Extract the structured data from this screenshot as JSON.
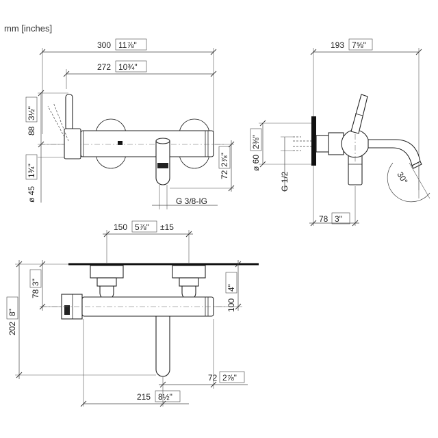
{
  "units_label": "mm [inches]",
  "front_view": {
    "dims": {
      "overall_width": {
        "mm": "300",
        "inch": "11⅞\""
      },
      "spout_to_end": {
        "mm": "272",
        "inch": "10¾\""
      },
      "lever_height": {
        "mm": "88",
        "inch": "3½\""
      },
      "diameter": {
        "mm": "ø 45",
        "inch": "1¾\""
      },
      "outlet_drop": {
        "mm": "72",
        "inch": "2⅞\""
      },
      "outlet_thread": "G 3/8-IG"
    }
  },
  "side_view": {
    "dims": {
      "depth": {
        "mm": "193",
        "inch": "7⅝\""
      },
      "rosette": {
        "mm": "ø 60",
        "inch": "2⅜\""
      },
      "inlet_thread": "G 1/2",
      "projection": {
        "mm": "78",
        "inch": "3\""
      },
      "spout_angle": "30°"
    }
  },
  "top_view": {
    "dims": {
      "centers": {
        "mm": "150",
        "inch": "5⅞\"",
        "tolerance": "±15"
      },
      "wall_to_axis": {
        "mm": "78",
        "inch": "3\""
      },
      "total_depth": {
        "mm": "202",
        "inch": "8\""
      },
      "axis_to_front": {
        "mm": "100",
        "inch": "4\""
      },
      "outlet_offset": {
        "mm": "72",
        "inch": "2⅞\""
      },
      "outlet_position": {
        "mm": "215",
        "inch": "8½\""
      }
    }
  }
}
